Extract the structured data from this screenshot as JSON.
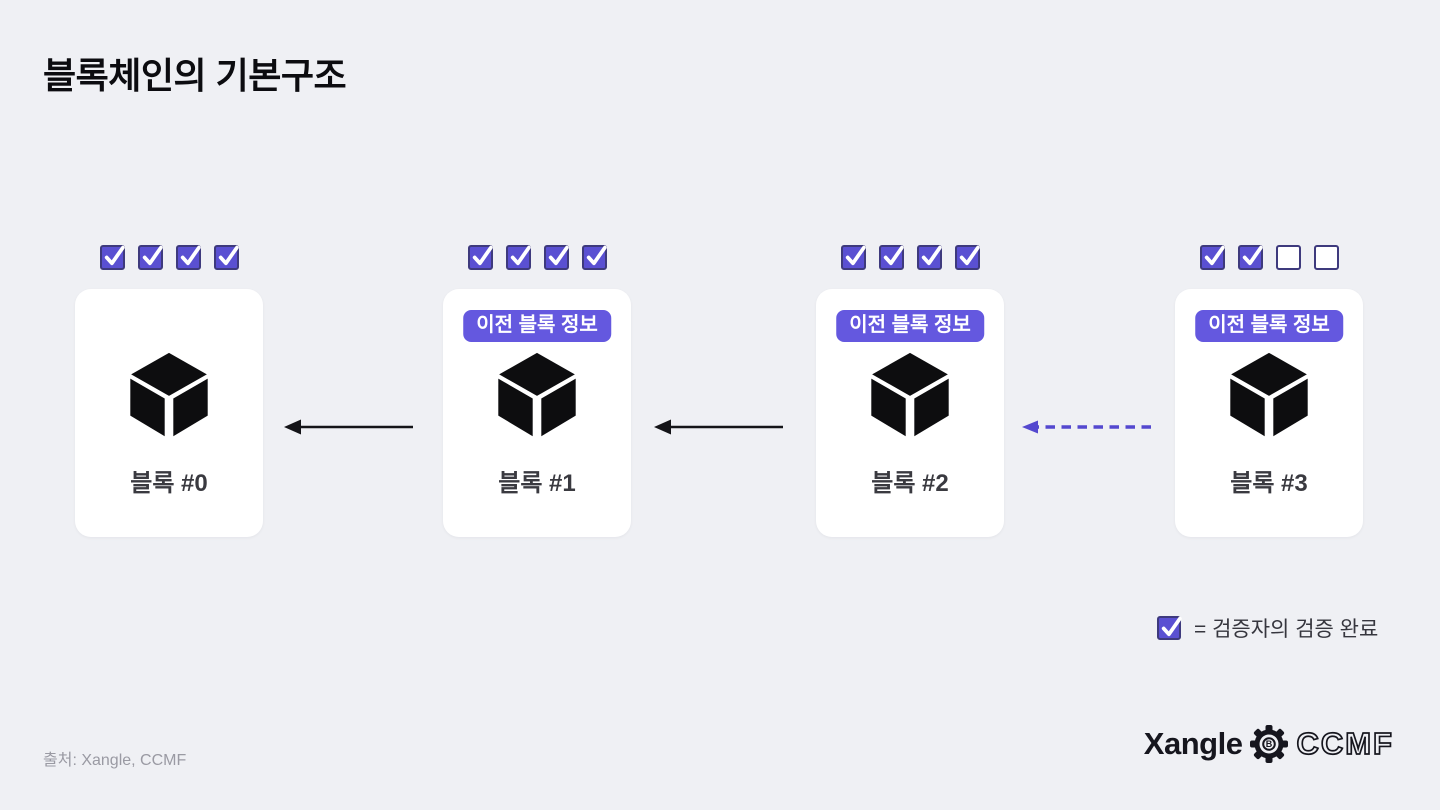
{
  "title": "블록체인의 기본구조",
  "blocks": [
    {
      "label": "블록 #0",
      "badge": null,
      "icon": "cube-icon",
      "checks": [
        true,
        true,
        true,
        true
      ]
    },
    {
      "label": "블록 #1",
      "badge": "이전 블록 정보",
      "icon": "cube-icon",
      "checks": [
        true,
        true,
        true,
        true
      ]
    },
    {
      "label": "블록 #2",
      "badge": "이전 블록 정보",
      "icon": "cube-icon",
      "checks": [
        true,
        true,
        true,
        true
      ]
    },
    {
      "label": "블록 #3",
      "badge": "이전 블록 정보",
      "icon": "cube-icon",
      "checks": [
        true,
        true,
        false,
        false
      ]
    }
  ],
  "arrows": [
    {
      "from": "블록 #1",
      "to": "블록 #0",
      "style": "solid",
      "color": "#141418"
    },
    {
      "from": "블록 #2",
      "to": "블록 #1",
      "style": "solid",
      "color": "#141418"
    },
    {
      "from": "블록 #3",
      "to": "블록 #2",
      "style": "dashed",
      "color": "#5448CF"
    }
  ],
  "legend": {
    "checks": [
      true
    ],
    "text": "= 검증자의 검증 완료"
  },
  "source": "출처: Xangle, CCMF",
  "footer_logos": {
    "xangle": "Xangle",
    "gear": "gear-icon",
    "ccmf": "CCMF"
  },
  "colors": {
    "background": "#EFF0F4",
    "card": "#FFFFFF",
    "checkbox_fill": "#5A50D2",
    "checkbox_border": "#3E3A7D",
    "badge_purple": "#6458DF",
    "dashed_arrow_purple": "#5448CF",
    "cube_black": "#0D0D0F",
    "title_text": "#0C0C10",
    "label_text": "#3A3A40",
    "source_text": "#9A9AA3"
  }
}
